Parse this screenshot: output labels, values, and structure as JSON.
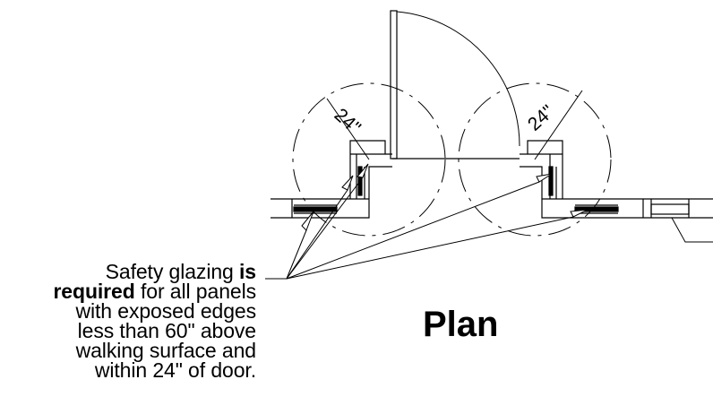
{
  "title": "Plan",
  "note": {
    "part1": "Safety glazing ",
    "bold1": "is",
    "bold2": "required",
    "part2": " for all panels",
    "line3": "with exposed edges",
    "line4": "less than 60\" above",
    "line5": "walking surface and",
    "line6": "within 24\" of door."
  },
  "dimensions": {
    "left_radius": "24\"",
    "right_radius": "24\""
  },
  "colors": {
    "ink": "#000000",
    "background": "#ffffff"
  }
}
